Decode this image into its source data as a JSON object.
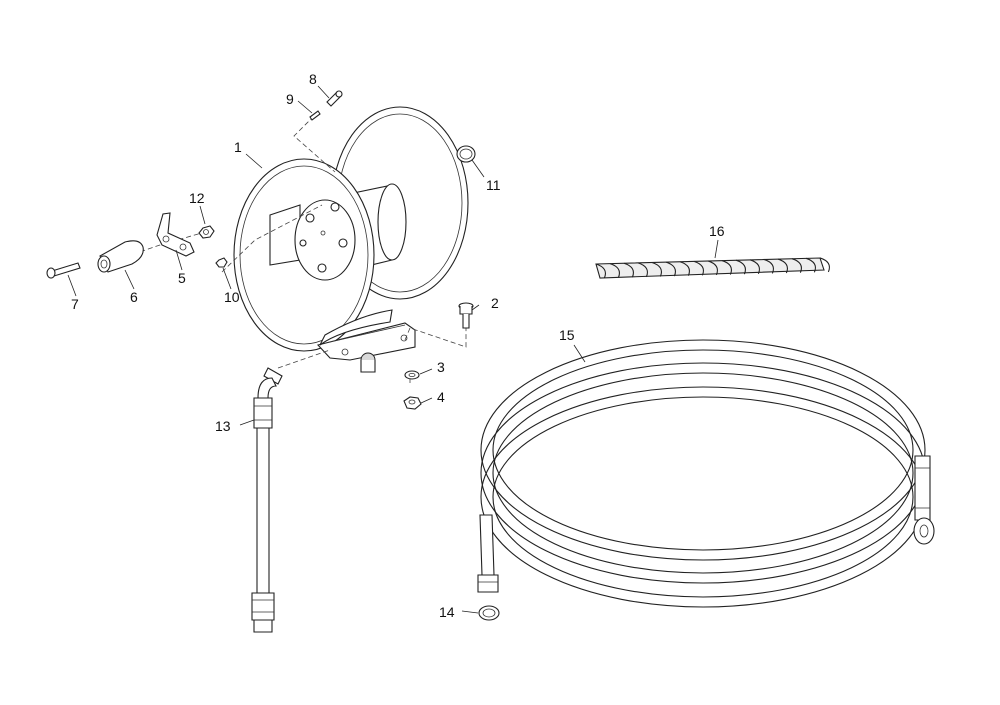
{
  "callouts": [
    {
      "id": "1",
      "label": "1"
    },
    {
      "id": "2",
      "label": "2"
    },
    {
      "id": "3",
      "label": "3"
    },
    {
      "id": "4",
      "label": "4"
    },
    {
      "id": "5",
      "label": "5"
    },
    {
      "id": "6",
      "label": "6"
    },
    {
      "id": "7",
      "label": "7"
    },
    {
      "id": "8",
      "label": "8"
    },
    {
      "id": "9",
      "label": "9"
    },
    {
      "id": "10",
      "label": "10"
    },
    {
      "id": "11",
      "label": "11"
    },
    {
      "id": "12",
      "label": "12"
    },
    {
      "id": "13",
      "label": "13"
    },
    {
      "id": "14",
      "label": "14"
    },
    {
      "id": "15",
      "label": "15"
    },
    {
      "id": "16",
      "label": "16"
    }
  ],
  "colors": {
    "line": "#222222",
    "background": "#ffffff",
    "shade": "#d9d9d9"
  }
}
